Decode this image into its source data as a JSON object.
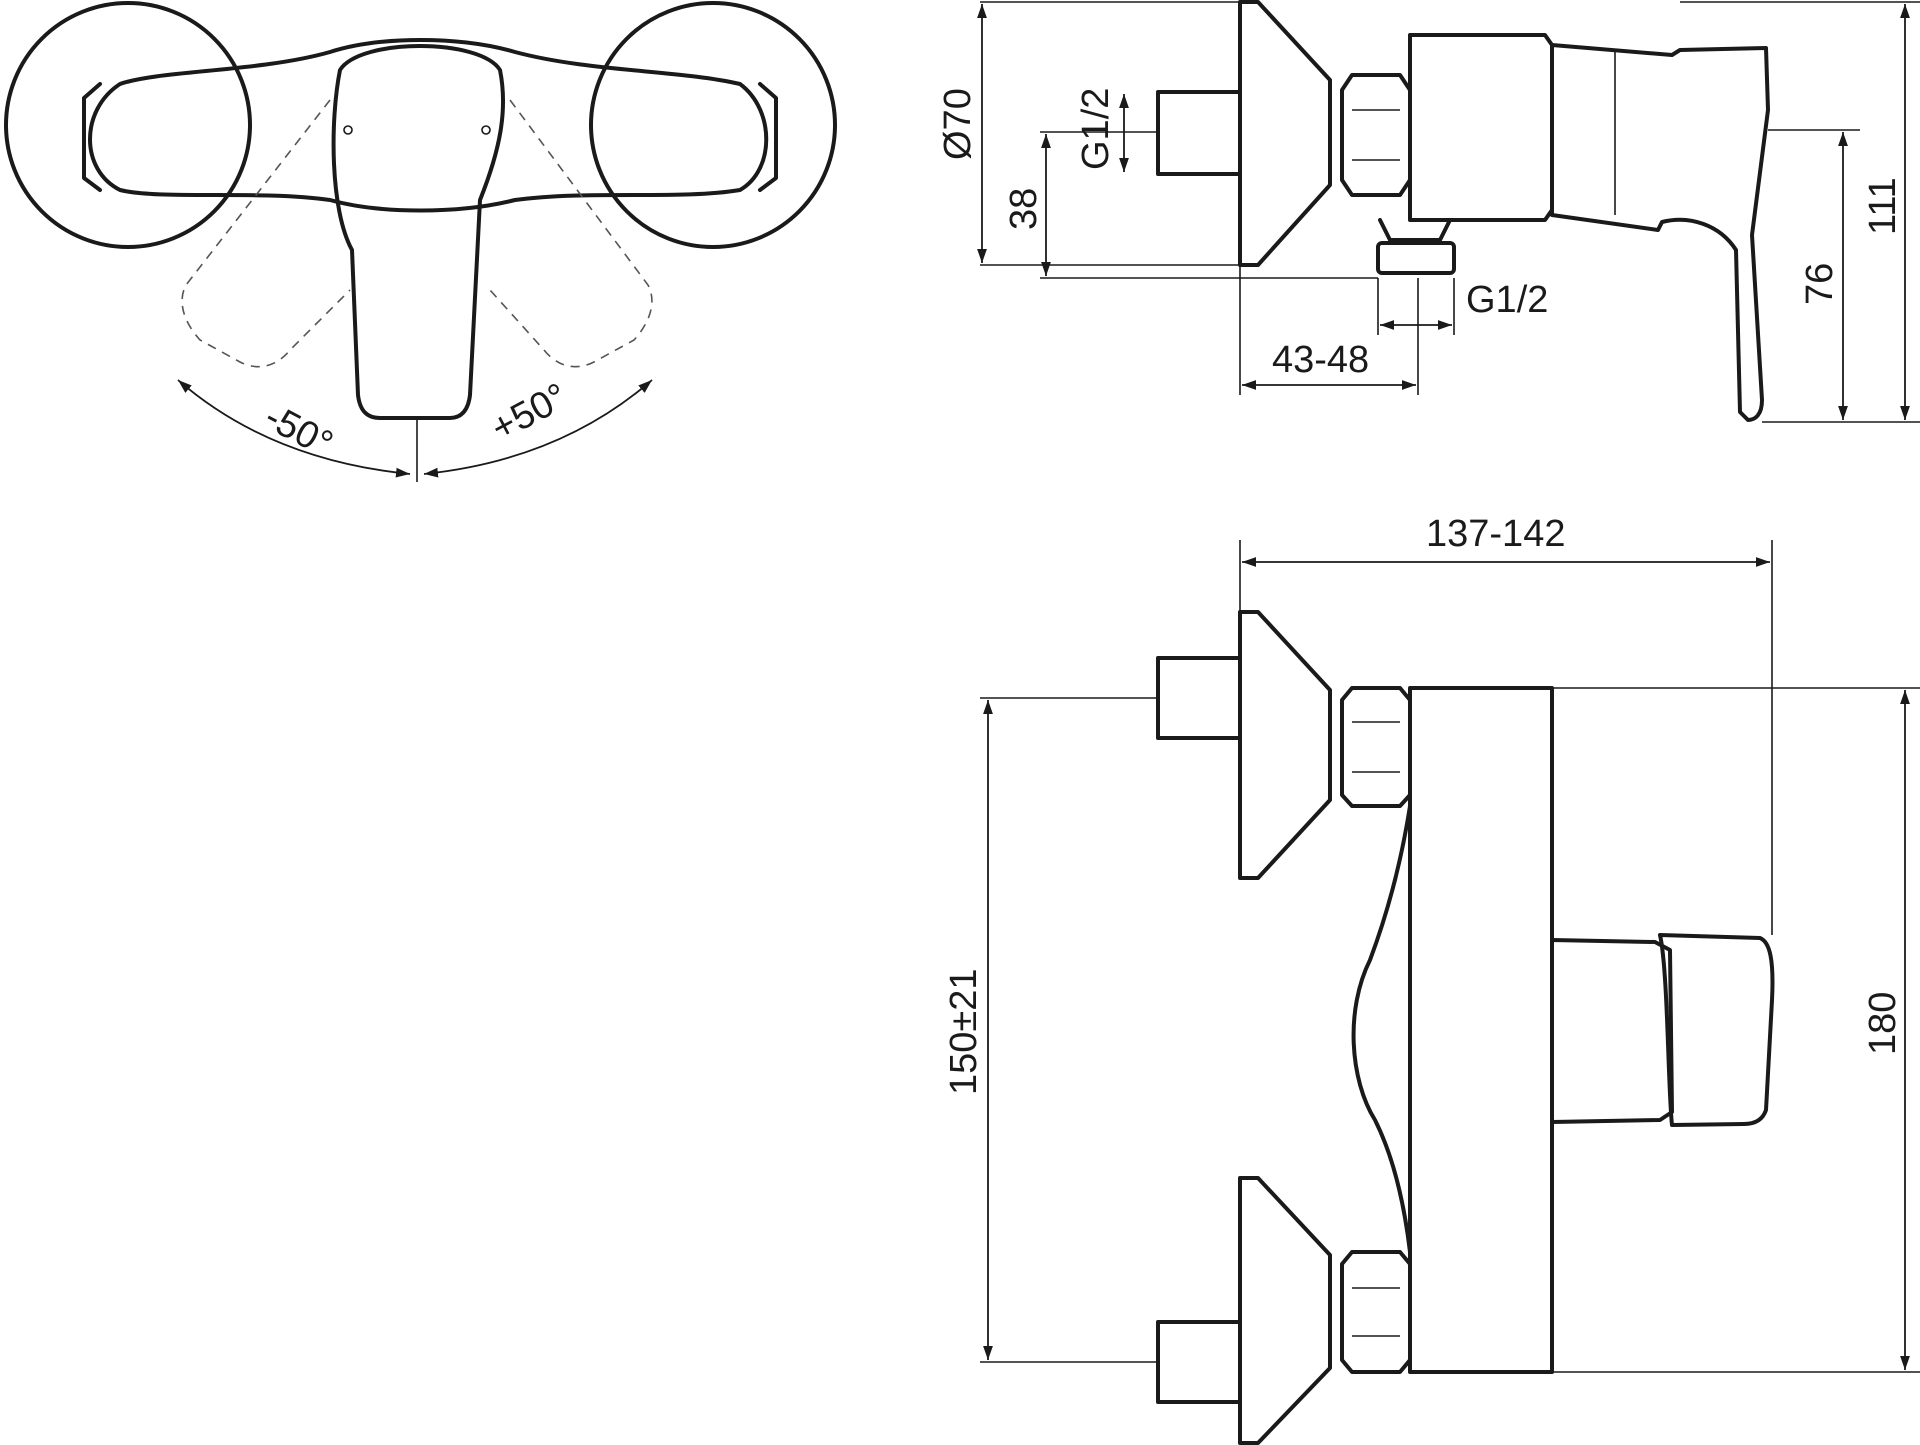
{
  "views": {
    "top": {
      "rotation_labels": [
        "-50°",
        "+50°"
      ]
    },
    "side": {
      "dimensions": {
        "diameter": "Ø70",
        "inlet_thread": "G1/2",
        "offset": "38",
        "outlet_thread": "G1/2",
        "projection": "43-48",
        "handle_height": "76",
        "total_height": "111"
      }
    },
    "front": {
      "dimensions": {
        "total_depth": "137-142",
        "centres": "150±21",
        "body_height": "180"
      }
    }
  }
}
